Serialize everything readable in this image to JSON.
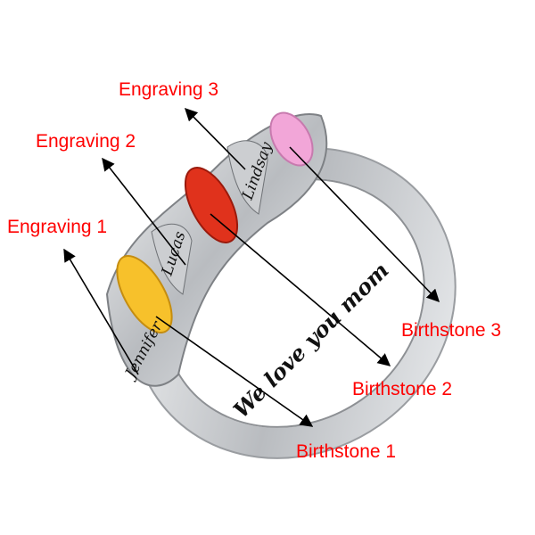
{
  "labels": {
    "engraving_1": "Engraving 1",
    "engraving_2": "Engraving 2",
    "engraving_3": "Engraving 3",
    "birthstone_1": "Birthstone 1",
    "birthstone_2": "Birthstone 2",
    "birthstone_3": "Birthstone 3"
  },
  "engravings": {
    "name_1": "Jennifer",
    "name_2": "Lucas",
    "name_3": "Lindsay",
    "inner": "We love you mom"
  },
  "colors": {
    "label": "#ff0000",
    "stone_1": "#f7c12b",
    "stone_2": "#e0321c",
    "stone_3": "#f2a6d8",
    "metal": "#d9dbdd"
  }
}
